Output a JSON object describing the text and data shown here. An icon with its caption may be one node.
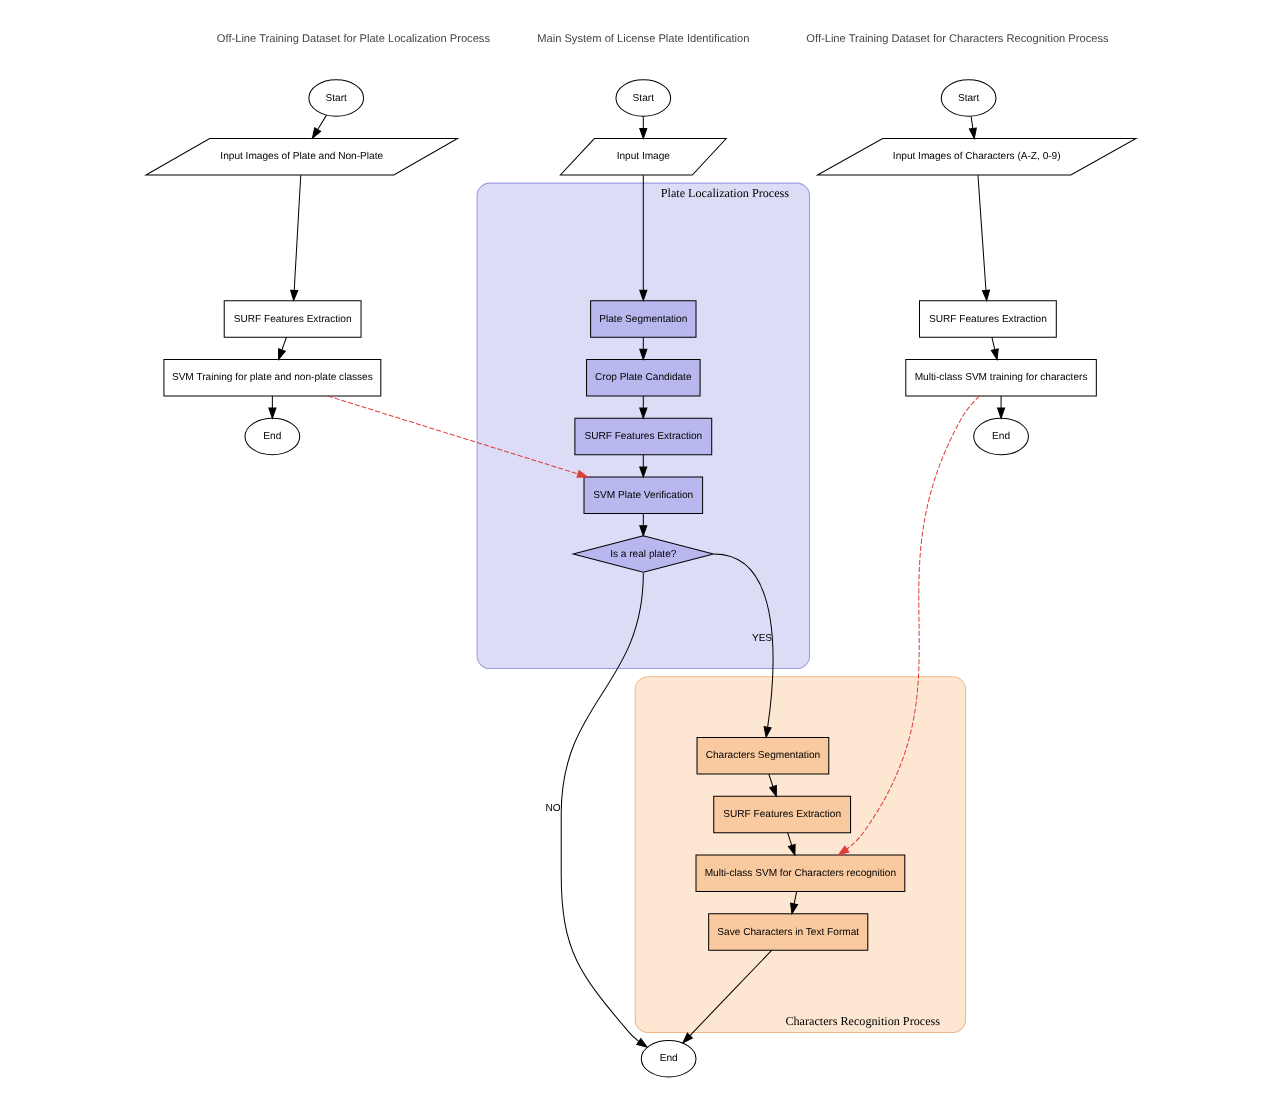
{
  "diagram": {
    "nodes": [
      {
        "text": [
          "Start"
        ]
      },
      {
        "text": [
          "Input Image"
        ]
      },
      {
        "text": [
          "Plate Localization Process"
        ]
      },
      {
        "text": [
          "Plate Segmentation"
        ],
        "in": 2
      },
      {
        "text": [
          "Crop Plate Candidate"
        ],
        "in": 2
      },
      {
        "text": [
          "SURF Features Extraction"
        ],
        "in": 2
      },
      {
        "text": [
          "SVM Plate Verification"
        ],
        "in": 2
      },
      {
        "text": [
          "Is a real plate?"
        ],
        "in": 2
      },
      {
        "text": [
          "End"
        ]
      },
      {
        "text": [
          "Characters Recognition Process"
        ]
      },
      {
        "text": [
          "Characters Segmentation"
        ],
        "in": 9
      },
      {
        "text": [
          "SURF Features Extraction"
        ],
        "in": 9
      },
      {
        "text": [
          "Multi-class SVM for Characters recognition"
        ],
        "in": 9
      },
      {
        "text": [
          "Save Characters in Text Format"
        ],
        "in": 9
      },
      {
        "text": [
          "Start"
        ]
      },
      {
        "text": [
          "Input Images of Plate and Non-Plate"
        ]
      },
      {
        "text": [
          "SURF Features Extraction"
        ]
      },
      {
        "text": [
          "SVM Training for plate and non-plate classes"
        ]
      },
      {
        "text": [
          "End"
        ]
      },
      {
        "text": [
          "Start"
        ]
      },
      {
        "text": [
          "Input Images of Characters (A-Z, 0-9)"
        ]
      },
      {
        "text": [
          "SURF Features Extraction"
        ]
      },
      {
        "text": [
          "Multi-class SVM training for characters"
        ]
      },
      {
        "text": [
          "End"
        ]
      }
    ],
    "edges": [
      {
        "from": 0,
        "to": 1,
        "arrow": "to"
      },
      {
        "from": 1,
        "to": 3,
        "arrow": "to"
      },
      {
        "from": 3,
        "to": 4,
        "arrow": "to"
      },
      {
        "from": 4,
        "to": 5,
        "arrow": "to"
      },
      {
        "from": 5,
        "to": 6,
        "arrow": "to"
      },
      {
        "from": 6,
        "to": 7,
        "arrow": "to"
      },
      {
        "from": 7,
        "to": 8,
        "arrow": "to",
        "label": "NO"
      },
      {
        "from": 7,
        "to": 10,
        "arrow": "to",
        "label": "YES"
      },
      {
        "from": 10,
        "to": 11,
        "arrow": "to"
      },
      {
        "from": 11,
        "to": 12,
        "arrow": "to"
      },
      {
        "from": 12,
        "to": 13,
        "arrow": "to"
      },
      {
        "from": 13,
        "to": 8,
        "arrow": "to"
      },
      {
        "from": 14,
        "to": 15,
        "arrow": "to"
      },
      {
        "from": 15,
        "to": 16,
        "arrow": "to"
      },
      {
        "from": 16,
        "to": 17,
        "arrow": "to"
      },
      {
        "from": 17,
        "to": 18,
        "arrow": "to"
      },
      {
        "from": 17,
        "to": 6,
        "arrow": "to",
        "style": "dashed",
        "color": "#e03c3c"
      },
      {
        "from": 19,
        "to": 20,
        "arrow": "to"
      },
      {
        "from": 20,
        "to": 21,
        "arrow": "to"
      },
      {
        "from": 21,
        "to": 22,
        "arrow": "to"
      },
      {
        "from": 22,
        "to": 23,
        "arrow": "to"
      },
      {
        "from": 22,
        "to": 12,
        "arrow": "to",
        "style": "dashed",
        "color": "#e03c3c"
      }
    ],
    "labels": [
      "Main System of License Plate Identification",
      "Off-Line Training Dataset for Plate Localization Process",
      "Off-Line Training Dataset for Characters Recognition Process"
    ]
  }
}
